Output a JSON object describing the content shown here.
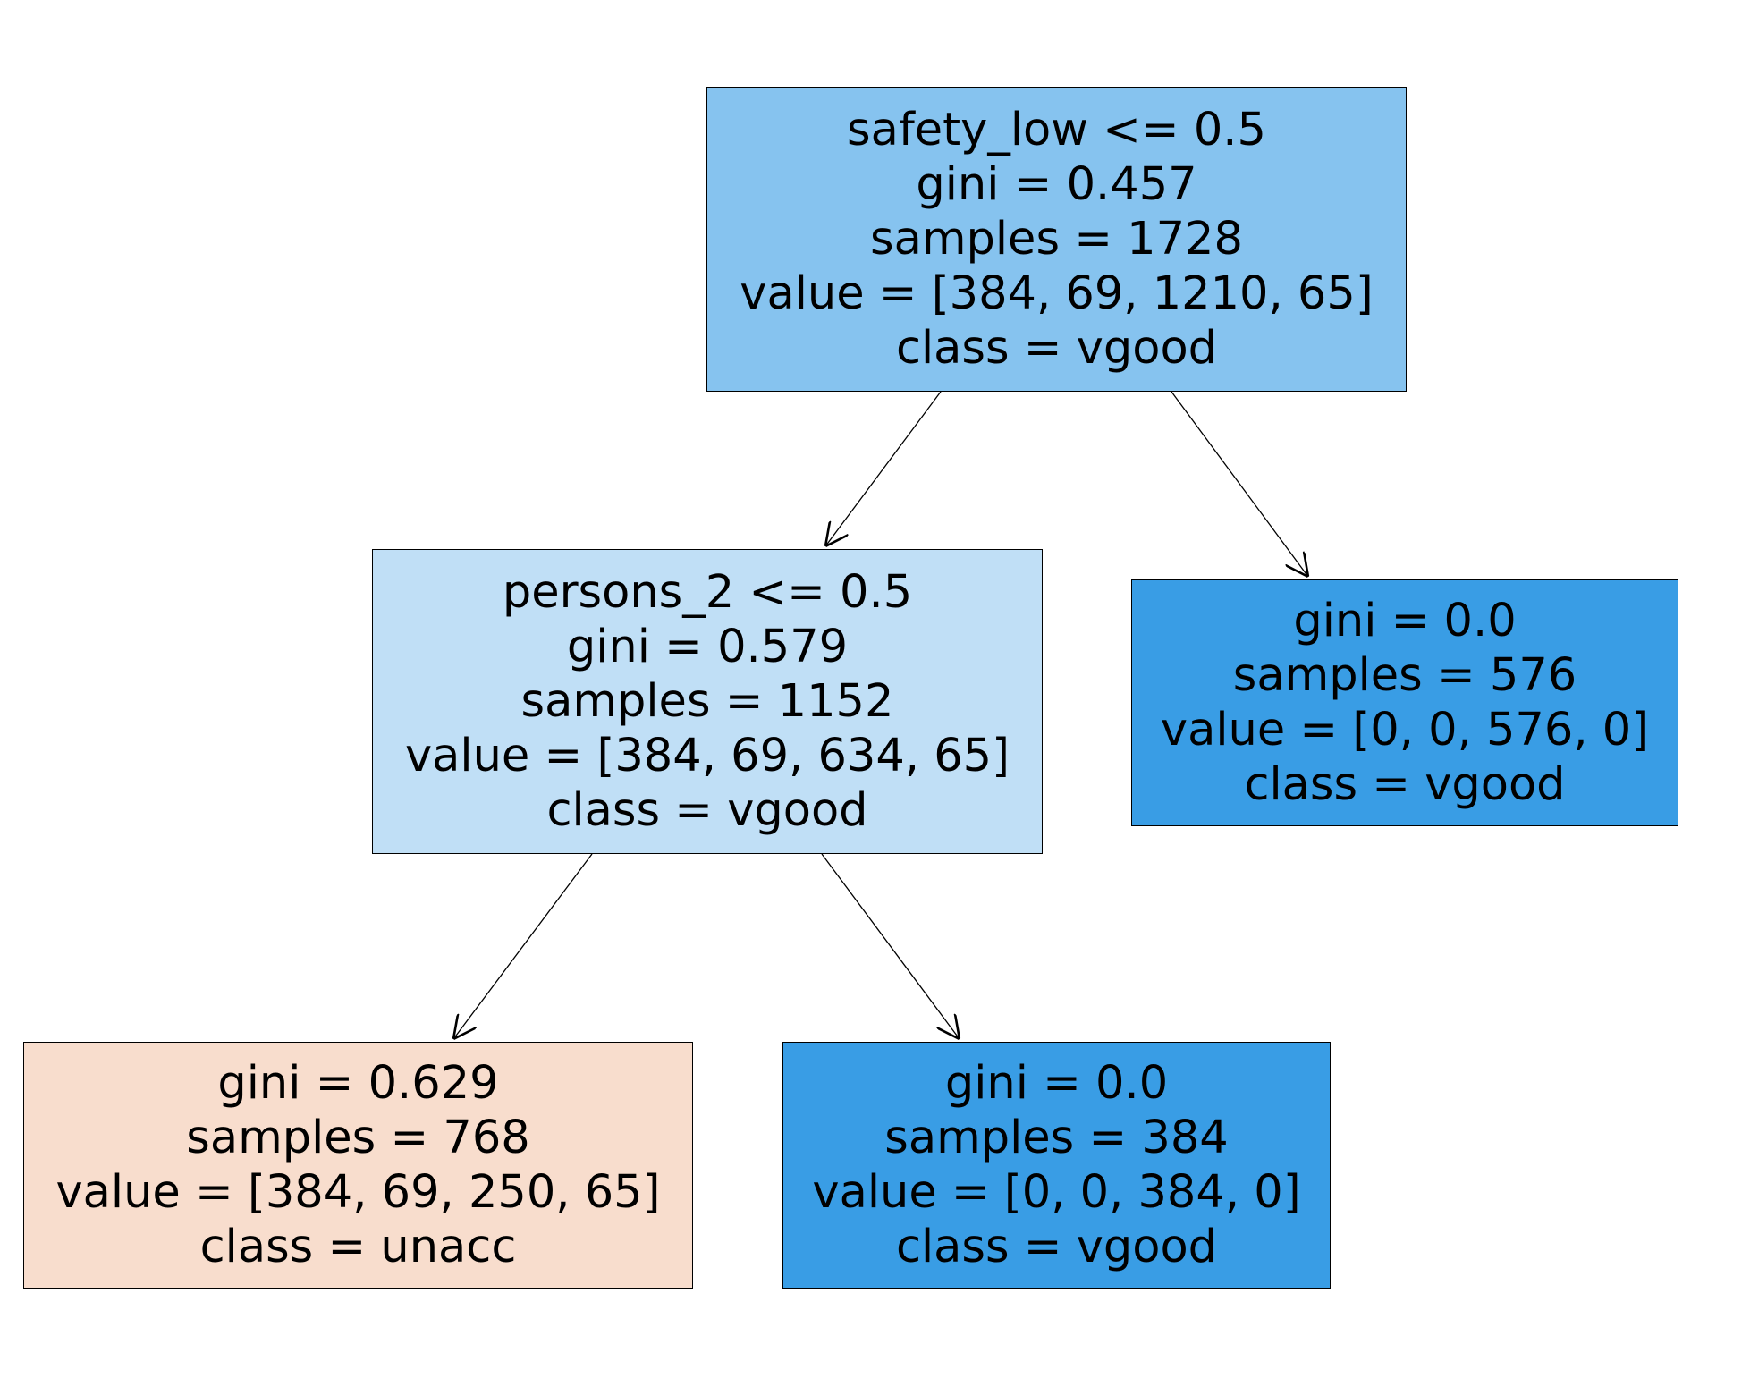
{
  "tree": {
    "nodes": {
      "root": {
        "split": "safety_low <= 0.5",
        "gini": "gini = 0.457",
        "samples": "samples = 1728",
        "value": "value = [384, 69, 1210, 65]",
        "class": "class = vgood",
        "fill": "#86c3ef"
      },
      "left": {
        "split": "persons_2 <= 0.5",
        "gini": "gini = 0.579",
        "samples": "samples = 1152",
        "value": "value = [384, 69, 634, 65]",
        "class": "class = vgood",
        "fill": "#c0dff6"
      },
      "right": {
        "gini": "gini = 0.0",
        "samples": "samples = 576",
        "value": "value = [0, 0, 576, 0]",
        "class": "class = vgood",
        "fill": "#399de5"
      },
      "left_left": {
        "gini": "gini = 0.629",
        "samples": "samples = 768",
        "value": "value = [384, 69, 250, 65]",
        "class": "class = unacc",
        "fill": "#f8ddcd"
      },
      "left_right": {
        "gini": "gini = 0.0",
        "samples": "samples = 384",
        "value": "value = [0, 0, 384, 0]",
        "class": "class = vgood",
        "fill": "#399de5"
      }
    }
  }
}
